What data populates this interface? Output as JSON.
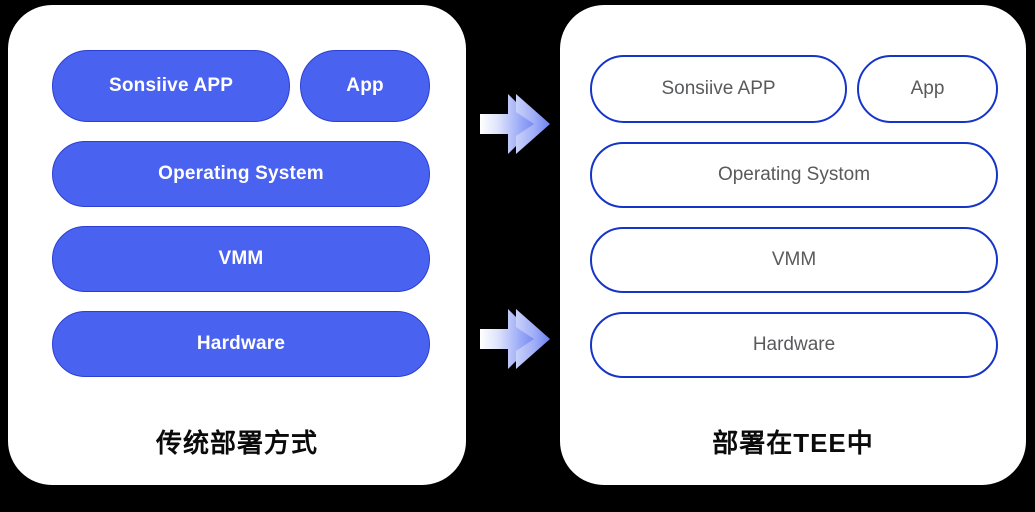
{
  "background_color": "#000000",
  "colors": {
    "panel_background": "#ffffff",
    "solid_pill_fill": "#4a62f0",
    "solid_pill_border": "#2c3fd2",
    "solid_pill_text": "#ffffff",
    "outline_pill_fill": "#ffffff",
    "outline_pill_border": "#1535c8",
    "outline_pill_text": "#595a5c",
    "caption_text": "#0b0b0b",
    "arrow_gradient_start": "#ffffff",
    "arrow_gradient_end": "#7b8cf5"
  },
  "diagram_data": {
    "type": "diagram",
    "layout": "two-panel comparison with double-chevron arrows pointing left to right",
    "panels": [
      {
        "id": "traditional",
        "caption": "传统部署方式",
        "style": "solid-blue-filled-pills",
        "rows": [
          {
            "kind": "split",
            "items": [
              {
                "label": "Sonsiive APP",
                "width_ratio": 0.63
              },
              {
                "label": "App",
                "width_ratio": 0.37
              }
            ]
          },
          {
            "kind": "full",
            "items": [
              {
                "label": "Operating System"
              }
            ]
          },
          {
            "kind": "full",
            "items": [
              {
                "label": "VMM"
              }
            ]
          },
          {
            "kind": "full",
            "items": [
              {
                "label": "Hardware"
              }
            ]
          }
        ]
      },
      {
        "id": "tee",
        "caption": "部署在TEE中",
        "style": "white-pills-with-blue-outline",
        "rows": [
          {
            "kind": "split",
            "items": [
              {
                "label": "Sonsiive APP",
                "width_ratio": 0.63
              },
              {
                "label": "App",
                "width_ratio": 0.37
              }
            ]
          },
          {
            "kind": "full",
            "items": [
              {
                "label": "Operating Systom"
              }
            ]
          },
          {
            "kind": "full",
            "items": [
              {
                "label": "VMM"
              }
            ]
          },
          {
            "kind": "full",
            "items": [
              {
                "label": "Hardware"
              }
            ]
          }
        ]
      }
    ],
    "arrows": [
      {
        "id": "arrow-top",
        "icon": "double-chevron-arrow-right-icon",
        "direction": "right"
      },
      {
        "id": "arrow-bottom",
        "icon": "double-chevron-arrow-right-icon",
        "direction": "right"
      }
    ]
  },
  "left_panel": {
    "caption": "传统部署方式",
    "rows": {
      "app_main": "Sonsiive APP",
      "app_small": "App",
      "os": "Operating System",
      "vmm": "VMM",
      "hardware": "Hardware"
    }
  },
  "right_panel": {
    "caption": "部署在TEE中",
    "rows": {
      "app_main": "Sonsiive APP",
      "app_small": "App",
      "os": "Operating Systom",
      "vmm": "VMM",
      "hardware": "Hardware"
    }
  }
}
